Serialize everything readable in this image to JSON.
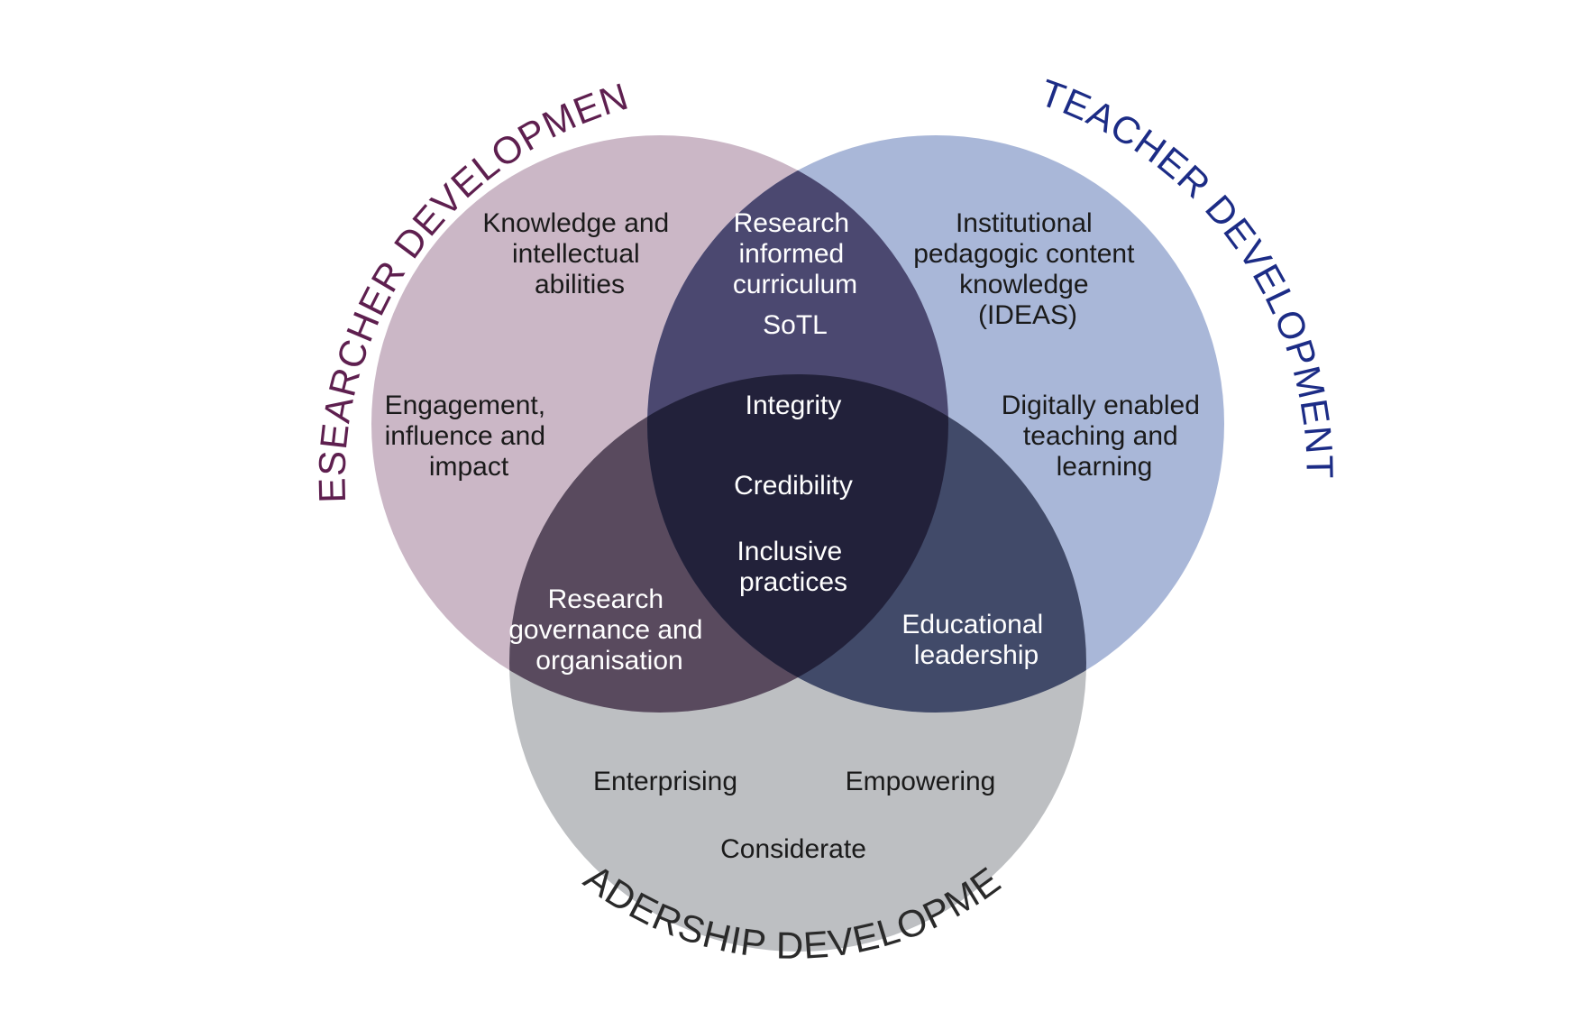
{
  "colors": {
    "researcher": "#cbb7c6",
    "teacher": "#a9b7d8",
    "leadership": "#bdbfc2",
    "researcher_teacher": "#4b4870",
    "researcher_leadership": "#594a5e",
    "teacher_leadership": "#414a69",
    "center": "#22213a",
    "researcher_title": "#5e1f4f",
    "teacher_title": "#1c2c86",
    "leadership_title": "#2a2a2a"
  },
  "titles": {
    "researcher": "RESEARCHER DEVELOPMENT",
    "teacher": "TEACHER DEVELOPMENT",
    "leadership": "LEADERSHIP DEVELOPMENT"
  },
  "researcher": {
    "knowledge": [
      "Knowledge and",
      "intellectual",
      "abilities"
    ],
    "engagement": [
      "Engagement,",
      "influence and",
      "impact"
    ]
  },
  "teacher": {
    "ideas": [
      "Institutional",
      "pedagogic content",
      "knowledge",
      "(IDEAS)"
    ],
    "digital": [
      "Digitally enabled",
      "teaching and",
      "learning"
    ]
  },
  "leadership": {
    "enterprising": "Enterprising",
    "empowering": "Empowering",
    "considerate": "Considerate"
  },
  "researcher_teacher": {
    "curriculum": [
      "Research",
      "informed",
      "curriculum"
    ],
    "sotl": "SoTL"
  },
  "researcher_leadership": {
    "governance": [
      "Research",
      "governance and",
      "organisation"
    ]
  },
  "teacher_leadership": {
    "educational": [
      "Educational",
      "leadership"
    ]
  },
  "center": {
    "integrity": "Integrity",
    "credibility": "Credibility",
    "inclusive": [
      "Inclusive",
      "practices"
    ]
  }
}
